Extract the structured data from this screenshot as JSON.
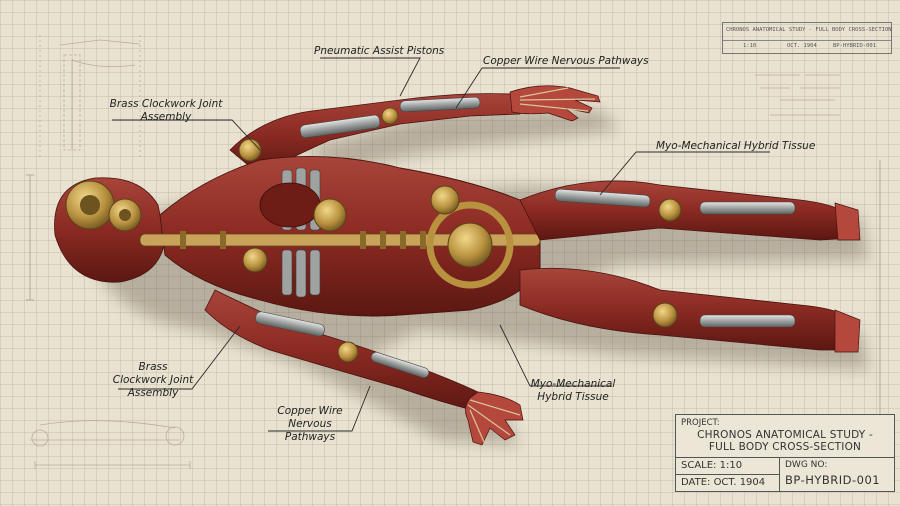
{
  "callouts": {
    "pistons": "Pneumatic Assist Pistons",
    "copper_top": "Copper Wire Nervous Pathways",
    "joint_top": "Brass Clockwork Joint Assembly",
    "myo_top": "Myo-Mechanical Hybrid Tissue",
    "joint_bottom": "Brass Clockwork Joint Assembly",
    "copper_bottom": "Copper Wire Nervous Pathways",
    "myo_bottom": "Myo-Mechanical Hybrid Tissue"
  },
  "title_block": {
    "project_label": "PROJECT:",
    "project_line1": "CHRONOS ANATOMICAL STUDY -",
    "project_line2": "FULL BODY CROSS-SECTION",
    "scale": "SCALE: 1:10",
    "date": "DATE:  OCT. 1904",
    "dwg_label": "DWG NO:",
    "dwg_no": "BP-HYBRID-001"
  },
  "mini_block": {
    "project": "CHRONOS ANATOMICAL STUDY - FULL BODY CROSS-SECTION",
    "scale": "1:10",
    "date": "OCT. 1904",
    "dwg": "BP-HYBRID-001"
  },
  "colors": {
    "paper": "#e9e2d1",
    "muscle": "#8e2a22",
    "muscle_dark": "#5c1712",
    "brass": "#b9923f",
    "steel": "#b7b9b8",
    "ink": "#222222"
  }
}
